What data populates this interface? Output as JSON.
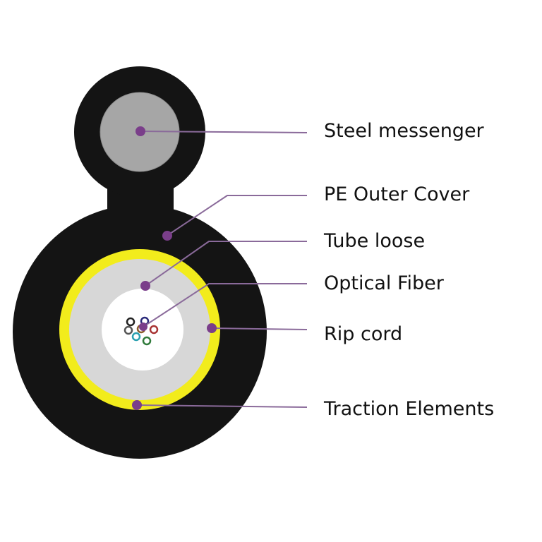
{
  "labels": {
    "steel_messenger": "Steel messenger",
    "pe_outer_cover": "PE Outer Cover",
    "tube_loose": "Tube loose",
    "optical_fiber": "Optical Fiber",
    "rip_cord": "Rip cord",
    "traction_elements": "Traction Elements"
  },
  "colors": {
    "jacket": "#141414",
    "messenger_steel": "#a6a6a6",
    "traction_yellow": "#f2ec1c",
    "tube_gray": "#d7d7d7",
    "core_white": "#ffffff",
    "leader_purple": "#8a6a9a",
    "marker_purple": "#7a3e8a"
  }
}
